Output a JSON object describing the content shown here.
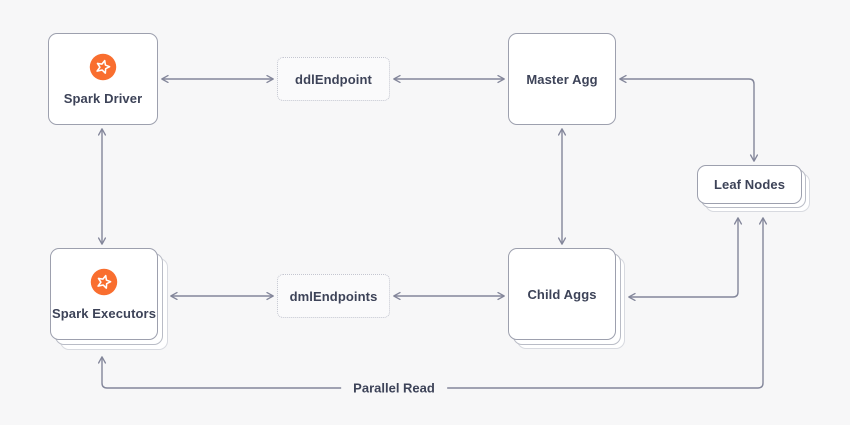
{
  "diagram": {
    "nodes": {
      "spark_driver": {
        "label": "Spark Driver",
        "icon": "singlestore-star-icon"
      },
      "ddl_endpoint": {
        "label": "ddlEndpoint"
      },
      "master_agg": {
        "label": "Master Agg"
      },
      "leaf_nodes": {
        "label": "Leaf Nodes"
      },
      "spark_executors": {
        "label": "Spark Executors",
        "icon": "singlestore-star-icon"
      },
      "dml_endpoints": {
        "label": "dmlEndpoints"
      },
      "child_aggs": {
        "label": "Child Aggs"
      }
    },
    "edge_labels": {
      "parallel_read": "Parallel Read"
    },
    "colors": {
      "background": "#f7f7f8",
      "node_bg": "#ffffff",
      "node_border": "#9da0ae",
      "stack_border_mid": "#b9bcc6",
      "stack_border_light": "#d8dae0",
      "dashed_border": "#c4c6d0",
      "dashed_bg": "#fafafb",
      "arrow": "#83869a",
      "text": "#3d4358",
      "accent_orange": "#f96e2f"
    }
  }
}
